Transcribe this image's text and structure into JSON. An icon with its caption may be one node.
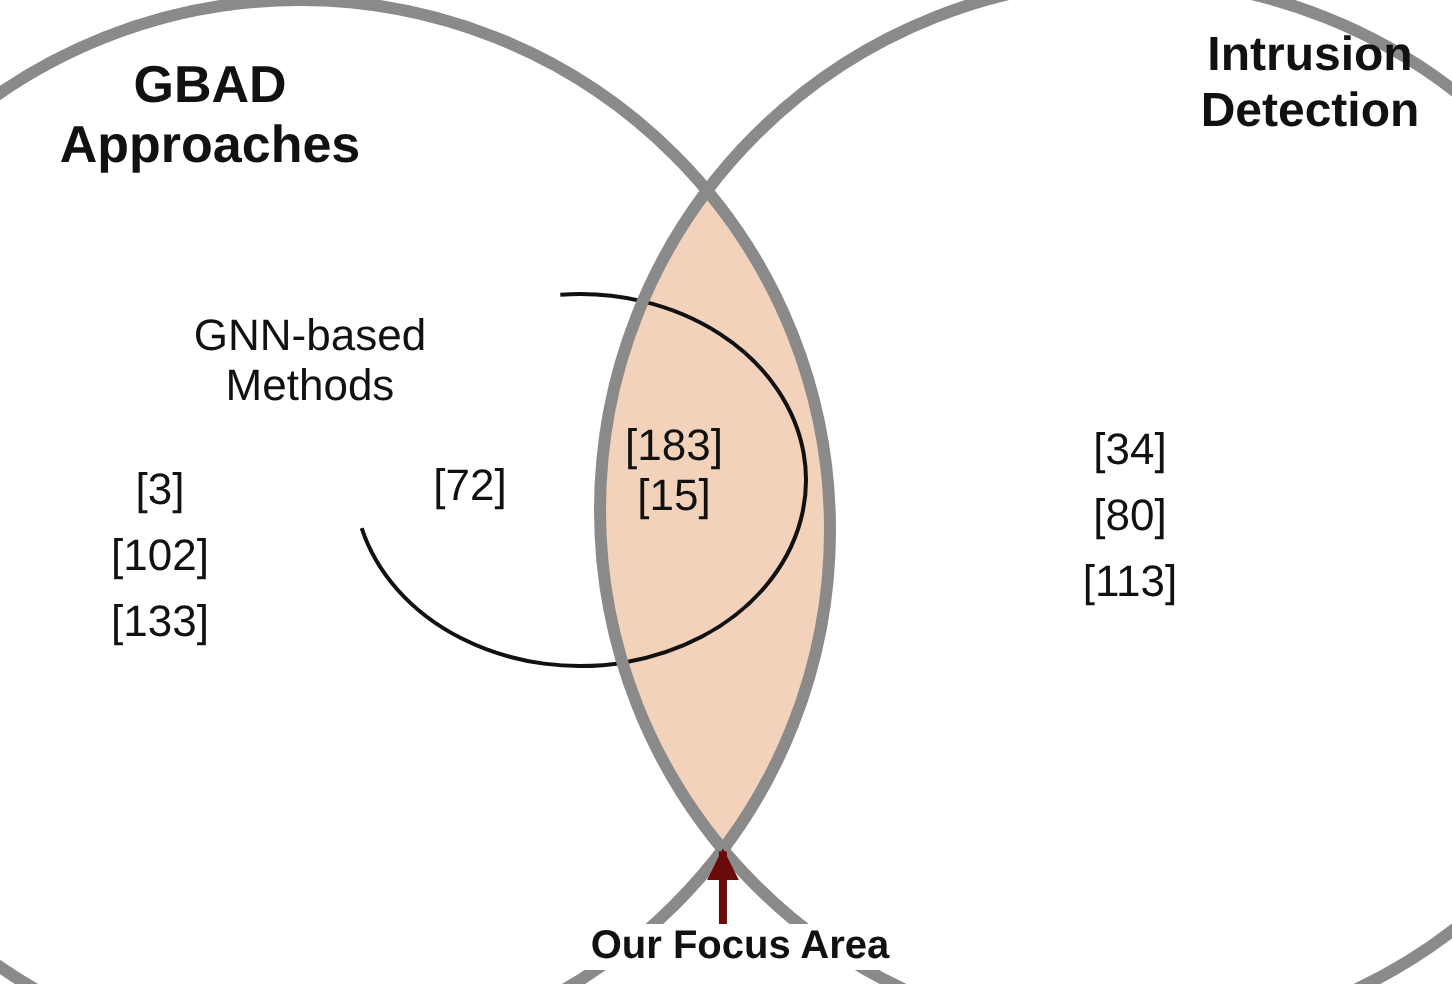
{
  "diagram": {
    "nodes": [
      {
        "text": [
          "GBAD Approaches"
        ]
      },
      {
        "text": [
          "Intrusion Detection"
        ]
      },
      {
        "text": [
          "GNN-based Methods"
        ],
        "in": 0
      },
      {
        "text": [
          "[183] [15]"
        ]
      },
      {
        "text": [
          "Our Focus Area"
        ]
      }
    ],
    "edges": [
      {
        "from": 4,
        "to": 3,
        "arrow": "to",
        "color": "#6b0a0a"
      }
    ],
    "labels": [
      "[3]",
      "[102]",
      "[133]",
      "[72]",
      "[34]",
      "[80]",
      "[113]"
    ]
  }
}
